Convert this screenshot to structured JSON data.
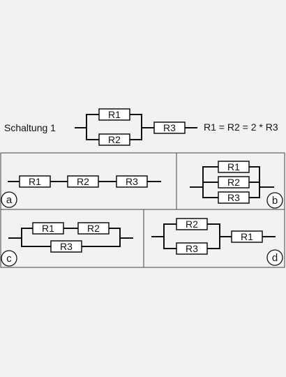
{
  "circuit_title": "Schaltung 1",
  "equation": "R1 = R2 = 2 * R3",
  "main": {
    "resistors": [
      "R1",
      "R2",
      "R3"
    ]
  },
  "options": [
    {
      "letter": "a",
      "resistors": [
        "R1",
        "R2",
        "R3"
      ]
    },
    {
      "letter": "b",
      "resistors": [
        "R1",
        "R2",
        "R3"
      ]
    },
    {
      "letter": "c",
      "resistors": [
        "R1",
        "R2",
        "R3"
      ]
    },
    {
      "letter": "d",
      "resistors": [
        "R2",
        "R3",
        "R1"
      ]
    }
  ]
}
